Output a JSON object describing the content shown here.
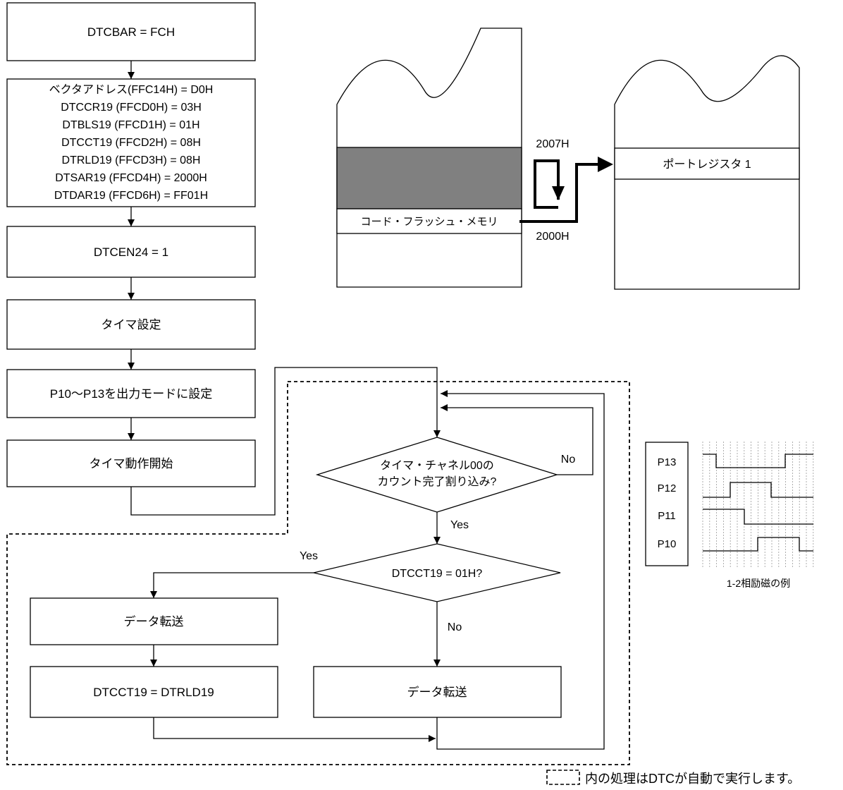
{
  "flow": {
    "box_dtcbar": "DTCBAR = FCH",
    "box_config": [
      "ベクタアドレス(FFC14H) = D0H",
      "DTCCR19 (FFCD0H) = 03H",
      "DTBLS19 (FFCD1H) = 01H",
      "DTCCT19 (FFCD2H) = 08H",
      "DTRLD19 (FFCD3H) = 08H",
      "DTSAR19 (FFCD4H) = 2000H",
      "DTDAR19 (FFCD6H) = FF01H"
    ],
    "box_dtcen": "DTCEN24 = 1",
    "box_timer_setup": "タイマ設定",
    "box_port_mode": "P10〜P13を出力モードに設定",
    "box_timer_start": "タイマ動作開始",
    "decision_interrupt": [
      "タイマ・チャネル00の",
      "カウント完了割り込み?"
    ],
    "decision_interrupt_no": "No",
    "decision_interrupt_yes": "Yes",
    "decision_count": "DTCCT19 = 01H?",
    "decision_count_yes": "Yes",
    "decision_count_no": "No",
    "box_transfer_left": "データ転送",
    "box_reload": "DTCCT19 = DTRLD19",
    "box_transfer_right": "データ転送"
  },
  "memory": {
    "addr_top": "2007H",
    "addr_bottom": "2000H",
    "flash_label": "コード・フラッシュ・メモリ",
    "port_label": "ポートレジスタ 1"
  },
  "timing": {
    "signals": [
      "P13",
      "P12",
      "P11",
      "P10"
    ],
    "caption": "1-2相励磁の例"
  },
  "legend": {
    "text": "内の処理はDTCが自動で実行します。"
  },
  "colors": {
    "shaded_memory": "#808080",
    "line": "#000000",
    "grid": "#999999"
  }
}
